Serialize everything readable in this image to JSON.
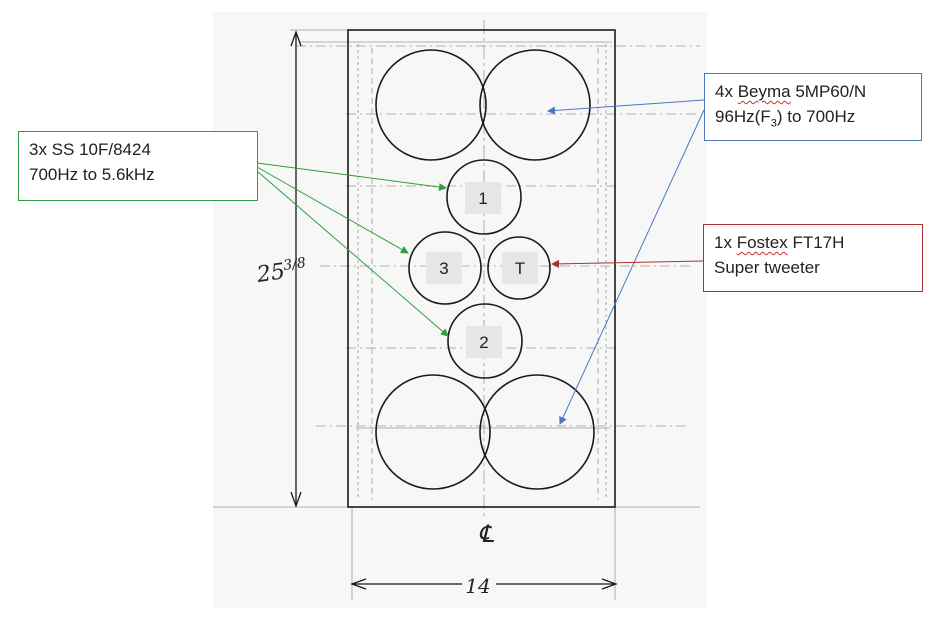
{
  "drawing": {
    "height_dim": "25",
    "height_frac": "3/8",
    "width_dim": "14",
    "centerline_mark": "℄"
  },
  "drivers": {
    "mid1": "1",
    "mid2": "2",
    "mid3": "3",
    "tweeter": "T"
  },
  "callouts": {
    "midrange": {
      "line1": "3x SS 10F/8424",
      "line2": "700Hz to 5.6kHz"
    },
    "woofers": {
      "prefix": "4x ",
      "brand": "Beyma",
      "model": " 5MP60/N",
      "range_pre": "96Hz(F",
      "range_sub": "3",
      "range_post": ") to 700Hz"
    },
    "tweeter": {
      "prefix": "1x ",
      "brand": "Fostex",
      "model": " FT17H",
      "line2": "Super tweeter"
    }
  },
  "colors": {
    "green": "#2e9e3e",
    "blue": "#4a78c0",
    "red": "#a83232",
    "tweeter_label": "#c0392b",
    "label_bg": "#e6e6e6"
  }
}
